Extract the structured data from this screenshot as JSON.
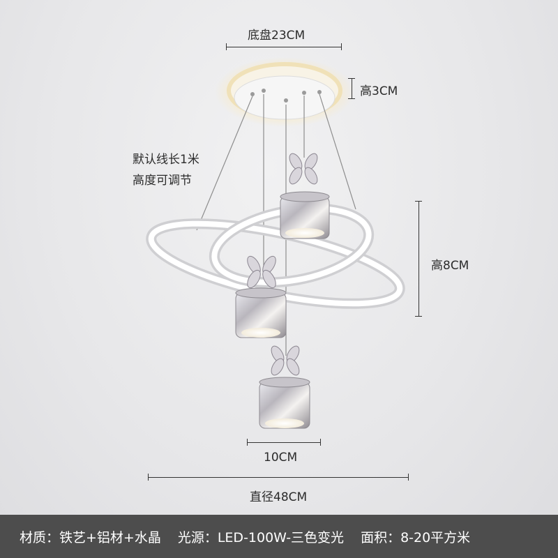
{
  "dimensions": {
    "base_diameter": "底盘23CM",
    "base_height": "高3CM",
    "cord_note_line1": "默认线长1米",
    "cord_note_line2": "高度可调节",
    "shade_height": "高8CM",
    "shade_diameter": "10CM",
    "total_diameter": "直径48CM"
  },
  "specs": {
    "material": "材质：铁艺+铝材+水晶",
    "light_source": "光源：LED-100W-三色变光",
    "area": "面积：8-20平方米"
  },
  "colors": {
    "footer_bg": "#4d4d4d",
    "ring_white": "#ffffff",
    "glow": "#ffe9b0"
  }
}
